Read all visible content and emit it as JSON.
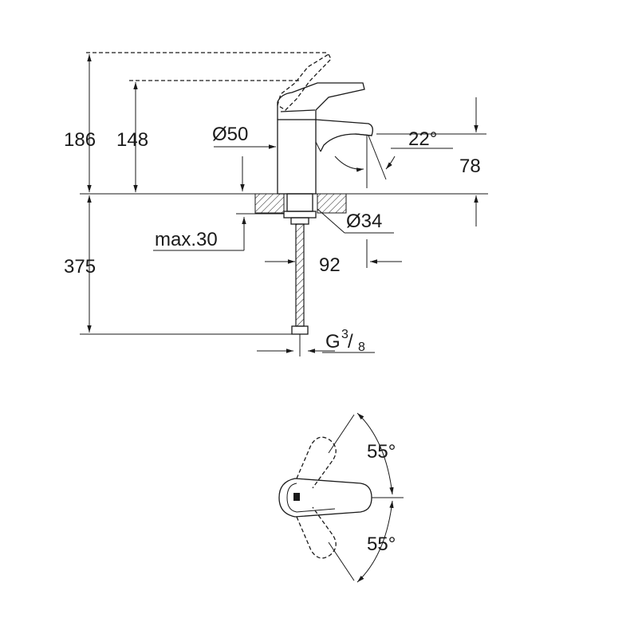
{
  "dimensions": {
    "total_height": "186",
    "lever_height": "148",
    "body_diameter": "Ø50",
    "spout_angle": "22°",
    "spout_height": "78",
    "shank_diameter": "Ø34",
    "max_deck": "max.30",
    "hose_length": "375",
    "projection": "92",
    "connection_base": "G",
    "connection_num": "3",
    "connection_den": "8"
  },
  "rotation": {
    "angle_up": "55°",
    "angle_down": "55°"
  }
}
